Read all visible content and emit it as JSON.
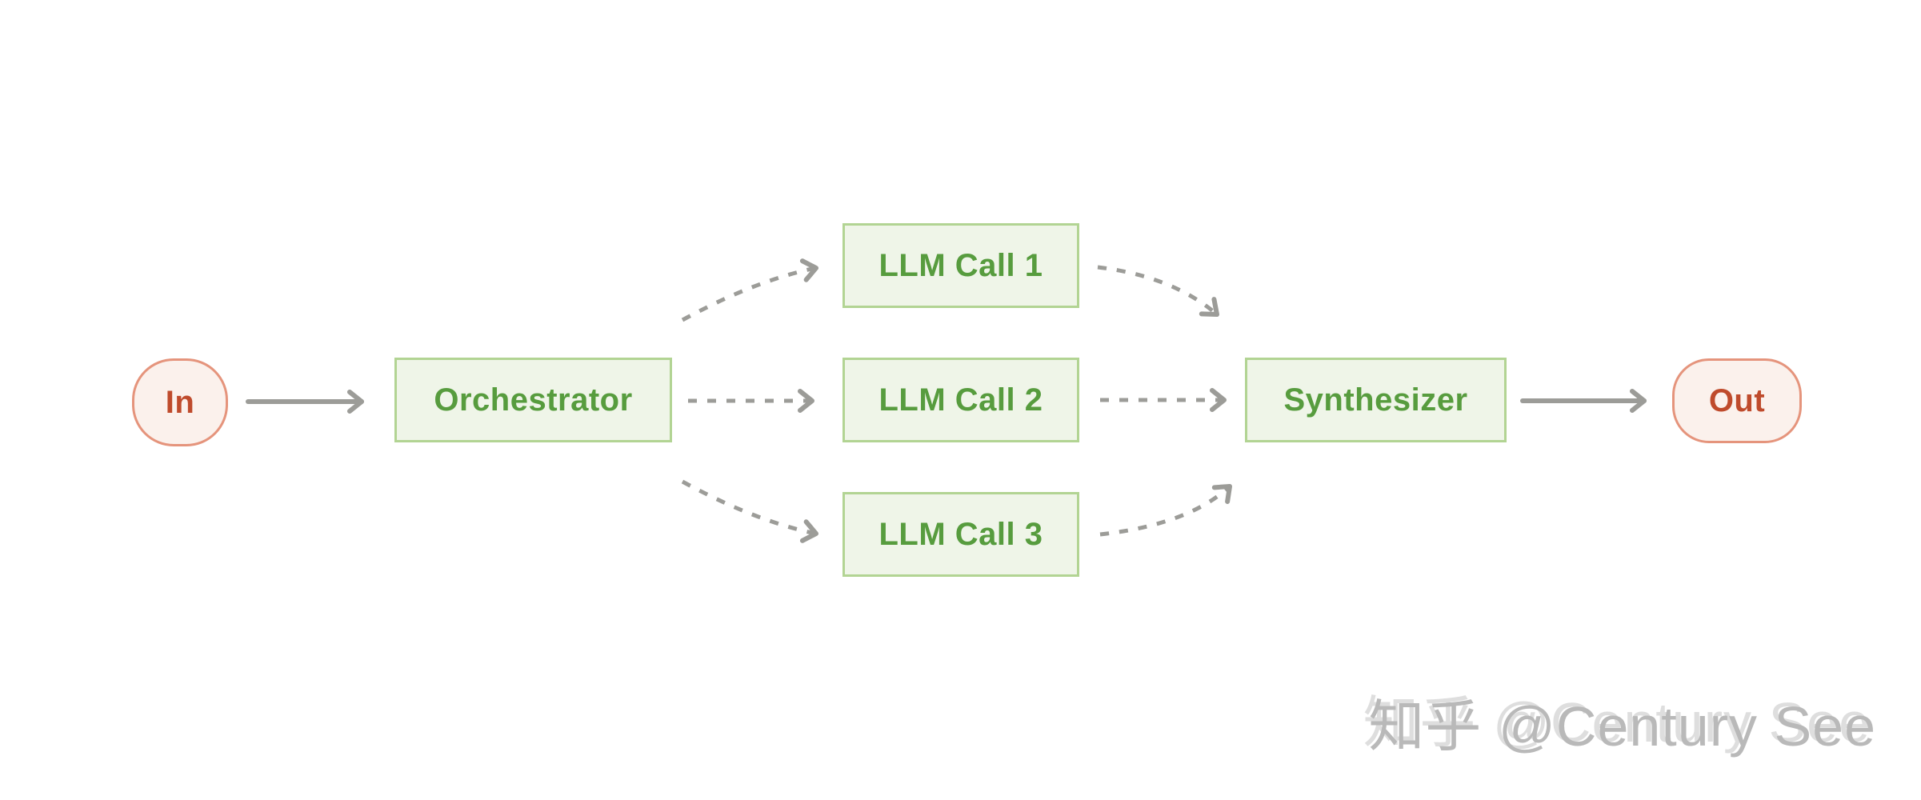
{
  "diagram": {
    "type": "flowchart",
    "pattern": "orchestrator-workers",
    "nodes": {
      "in": {
        "label": "In",
        "shape": "circle",
        "palette": "red"
      },
      "orchestrator": {
        "label": "Orchestrator",
        "shape": "rect",
        "palette": "green"
      },
      "llm_call_1": {
        "label": "LLM Call 1",
        "shape": "rect",
        "palette": "green"
      },
      "llm_call_2": {
        "label": "LLM Call 2",
        "shape": "rect",
        "palette": "green"
      },
      "llm_call_3": {
        "label": "LLM Call 3",
        "shape": "rect",
        "palette": "green"
      },
      "synthesizer": {
        "label": "Synthesizer",
        "shape": "rect",
        "palette": "green"
      },
      "out": {
        "label": "Out",
        "shape": "squircle",
        "palette": "red"
      }
    },
    "edges": [
      {
        "from": "in",
        "to": "orchestrator",
        "style": "solid"
      },
      {
        "from": "orchestrator",
        "to": "llm_call_1",
        "style": "dashed"
      },
      {
        "from": "orchestrator",
        "to": "llm_call_2",
        "style": "dashed"
      },
      {
        "from": "orchestrator",
        "to": "llm_call_3",
        "style": "dashed"
      },
      {
        "from": "llm_call_1",
        "to": "synthesizer",
        "style": "dashed"
      },
      {
        "from": "llm_call_2",
        "to": "synthesizer",
        "style": "dashed"
      },
      {
        "from": "llm_call_3",
        "to": "synthesizer",
        "style": "dashed"
      },
      {
        "from": "synthesizer",
        "to": "out",
        "style": "solid"
      }
    ]
  },
  "watermark": {
    "text": "知乎 @Century See"
  },
  "colors": {
    "background": "#ffffff",
    "green_fill": "#eff5e8",
    "green_border": "#b2d493",
    "green_text": "#579c3e",
    "red_fill": "#fbf1ec",
    "red_border": "#e5947c",
    "red_text": "#bf4b2c",
    "arrow_gray": "#9c9c98",
    "watermark_gray": "#b9b9b9"
  }
}
